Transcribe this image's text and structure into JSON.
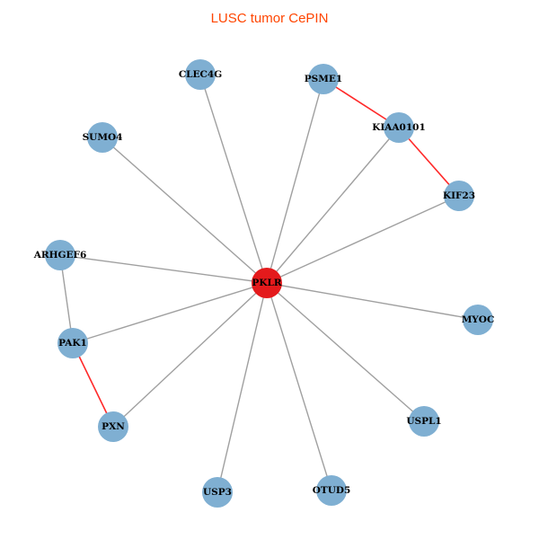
{
  "title": "LUSC tumor CePIN",
  "colors": {
    "title": "#FF4500",
    "node": "#7FAFD2",
    "hub": "#E41A1C",
    "edge": "#A0A0A0",
    "edge_highlight": "#FF2A2A"
  },
  "nodes": [
    {
      "id": "PKLR",
      "hub": true
    },
    {
      "id": "CLEC4G"
    },
    {
      "id": "PSME1"
    },
    {
      "id": "KIAA0101"
    },
    {
      "id": "SUMO4"
    },
    {
      "id": "KIF23"
    },
    {
      "id": "ARHGEF6"
    },
    {
      "id": "MYOC"
    },
    {
      "id": "PAK1"
    },
    {
      "id": "USPL1"
    },
    {
      "id": "PXN"
    },
    {
      "id": "USP3"
    },
    {
      "id": "OTUD5"
    }
  ],
  "edges": [
    {
      "source": "PKLR",
      "target": "CLEC4G",
      "type": "normal"
    },
    {
      "source": "PKLR",
      "target": "PSME1",
      "type": "normal"
    },
    {
      "source": "PKLR",
      "target": "KIAA0101",
      "type": "normal"
    },
    {
      "source": "PKLR",
      "target": "SUMO4",
      "type": "normal"
    },
    {
      "source": "PKLR",
      "target": "KIF23",
      "type": "normal"
    },
    {
      "source": "PKLR",
      "target": "ARHGEF6",
      "type": "normal"
    },
    {
      "source": "PKLR",
      "target": "MYOC",
      "type": "normal"
    },
    {
      "source": "PKLR",
      "target": "PAK1",
      "type": "normal"
    },
    {
      "source": "PKLR",
      "target": "USPL1",
      "type": "normal"
    },
    {
      "source": "PKLR",
      "target": "PXN",
      "type": "normal"
    },
    {
      "source": "PKLR",
      "target": "USP3",
      "type": "normal"
    },
    {
      "source": "PKLR",
      "target": "OTUD5",
      "type": "normal"
    },
    {
      "source": "ARHGEF6",
      "target": "PAK1",
      "type": "normal"
    },
    {
      "source": "PAK1",
      "target": "PXN",
      "type": "highlight"
    },
    {
      "source": "PSME1",
      "target": "KIAA0101",
      "type": "highlight"
    },
    {
      "source": "KIAA0101",
      "target": "KIF23",
      "type": "highlight"
    }
  ]
}
